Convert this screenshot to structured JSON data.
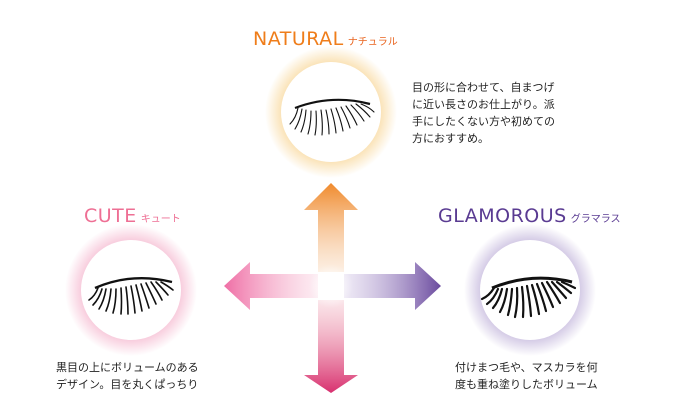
{
  "colors": {
    "natural": "#ef7d1a",
    "natural_sub": "#e9641f",
    "cute": "#ee6f94",
    "glamorous": "#5a3b92",
    "glow_natural": "#f7cf85",
    "glow_cute": "#f3a9c5",
    "glow_glamorous": "#b6a6d4",
    "arrow_up": "#f08a2c",
    "arrow_left": "#ef6ea5",
    "arrow_right": "#6a4a9e",
    "arrow_down": "#d8306f"
  },
  "natural": {
    "title": "NATURAL",
    "subtitle": "ナチュラル",
    "description": "目の形に合わせて、自まつげ\nに近い長さのお仕上がり。派\n手にしたくない方や初めての\n方におすすめ。"
  },
  "cute": {
    "title": "CUTE",
    "subtitle": "キュート",
    "description": "黒目の上にボリュームのある\nデザイン。目を丸くぱっちり"
  },
  "glamorous": {
    "title": "GLAMOROUS",
    "subtitle": "グラマラス",
    "description": "付けまつ毛や、マスカラを何\n度も重ね塗りしたボリューム"
  }
}
